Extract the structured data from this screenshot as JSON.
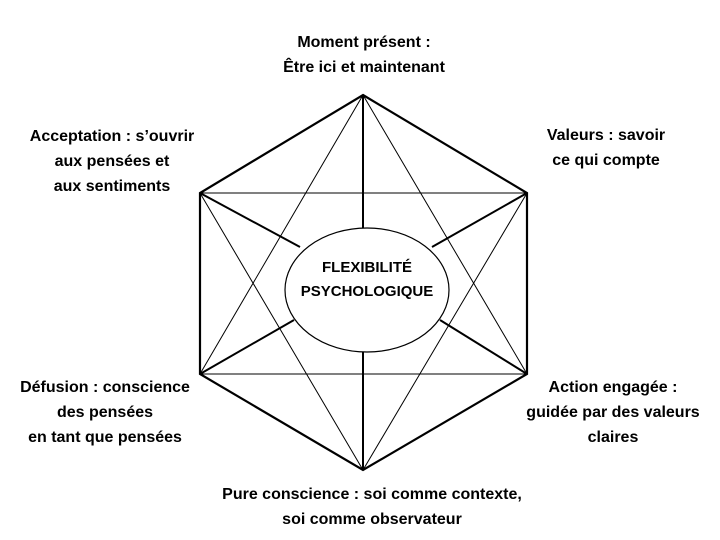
{
  "center": {
    "line1": "FLEXIBILITÉ",
    "line2": "PSYCHOLOGIQUE"
  },
  "nodes": {
    "top": {
      "line1": "Moment présent :",
      "line2": "Être ici et maintenant"
    },
    "upper_right": {
      "line1": "Valeurs : savoir",
      "line2": "ce qui compte"
    },
    "lower_right": {
      "line1": "Action engagée :",
      "line2": "guidée par des valeurs",
      "line3": "claires"
    },
    "bottom": {
      "line1": "Pure conscience : soi comme contexte,",
      "line2": "soi comme observateur"
    },
    "lower_left": {
      "line1": "Défusion : conscience",
      "line2": "des pensées",
      "line3": "en tant que pensées"
    },
    "upper_left": {
      "line1": "Acceptation : s’ouvrir",
      "line2": "aux pensées et",
      "line3": "aux sentiments"
    }
  }
}
